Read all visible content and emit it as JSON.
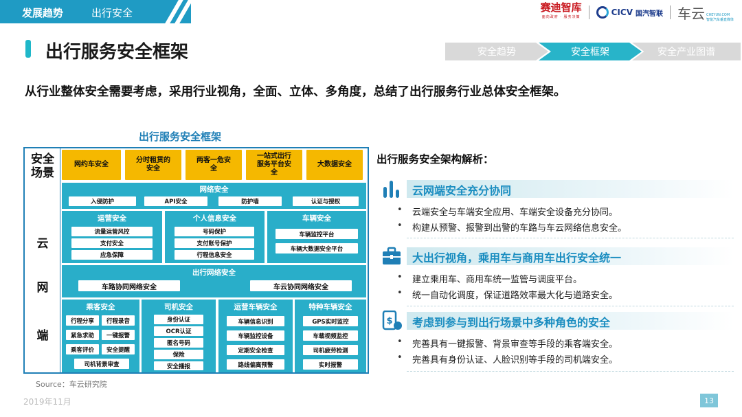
{
  "header": {
    "section": "发展趋势",
    "subsection": "出行安全",
    "logos": {
      "saidi": "赛迪智库",
      "saidi_sub": "面向政府 · 服务决策",
      "cicv": "CICV",
      "cicv_cn": "国汽智联",
      "cheyun": "车云",
      "cheyun_en": "CHEYUN.COM",
      "cheyun_sub": "智能汽车垂直媒体"
    }
  },
  "title": "出行服务安全框架",
  "nav": [
    "安全趋势",
    "安全框架",
    "安全产业图谱"
  ],
  "intro": "从行业整体安全需要考虑，采用行业视角，全面、立体、多角度，总结了出行服务行业总体安全框架。",
  "framework": {
    "title": "出行服务安全框架",
    "scene_label": "安全\n场景",
    "scenes": [
      "网约车安全",
      "分时租赁的\n安全",
      "两客一危安\n全",
      "一站式出行\n服务平台安\n全",
      "大数据安全"
    ],
    "yun_label": [
      "云",
      "网",
      "端"
    ],
    "network": {
      "title": "网络安全",
      "items": [
        "入侵防护",
        "API安全",
        "防护墙",
        "认证与授权"
      ]
    },
    "ops": {
      "title": "运营安全",
      "items": [
        "流量运营风控",
        "支付安全",
        "应急保障"
      ]
    },
    "personal": {
      "title": "个人信息安全",
      "items": [
        "号码保护",
        "支付账号保护",
        "行程信息安全"
      ]
    },
    "vehicle": {
      "title": "车辆安全",
      "items": [
        "车辆监控平台",
        "车辆大数据安全平台"
      ]
    },
    "travelnet": {
      "title": "出行网络安全",
      "items": [
        "车路协同网络安全",
        "车云协同网络安全"
      ]
    },
    "passenger": {
      "title": "乘客安全",
      "items": [
        "行程分享",
        "行程录音",
        "紧急求助",
        "一键报警",
        "乘客评价",
        "安全提醒",
        "司机背景审查"
      ]
    },
    "driver": {
      "title": "司机安全",
      "items": [
        "身份认证",
        "OCR认证",
        "匿名号码",
        "保险",
        "安全播报"
      ]
    },
    "opsvehicle": {
      "title": "运营车辆安全",
      "items": [
        "车辆信息识别",
        "车辆监控设备",
        "定期安全检查",
        "路线偏离预警"
      ]
    },
    "special": {
      "title": "特种车辆安全",
      "items": [
        "GPS实时监控",
        "车载视频监控",
        "司机疲劳检测",
        "实时报警"
      ]
    }
  },
  "source": "Source：车云研究院",
  "date": "2019年11月",
  "page_number": "13",
  "analysis": {
    "title": "出行服务安全架构解析：",
    "sections": [
      {
        "icon": "bar-chart-icon",
        "heading": "云网端安全充分协同",
        "bullets": [
          "云端安全与车端安全应用、车端安全设备充分协同。",
          "构建从预警、报警到出警的车路与车云网络信息安全。"
        ]
      },
      {
        "icon": "briefcase-icon",
        "heading": "大出行视角，乘用车与商用车出行安全统一",
        "bullets": [
          "建立乘用车、商用车统一监管与调度平台。",
          "统一自动化调度，保证道路效率最大化与道路安全。"
        ]
      },
      {
        "icon": "money-phone-icon",
        "heading": "考虑到参与到出行场景中多种角色的安全",
        "bullets": [
          "完善具有一键报警、背景审查等手段的乘客端安全。",
          "完善具有身份认证、人脸识别等手段的司机端安全。"
        ]
      }
    ]
  },
  "colors": {
    "teal": "#29aec9",
    "yellow": "#f5b800",
    "accent": "#1f7fb6",
    "brand": "#1f9bc4"
  }
}
